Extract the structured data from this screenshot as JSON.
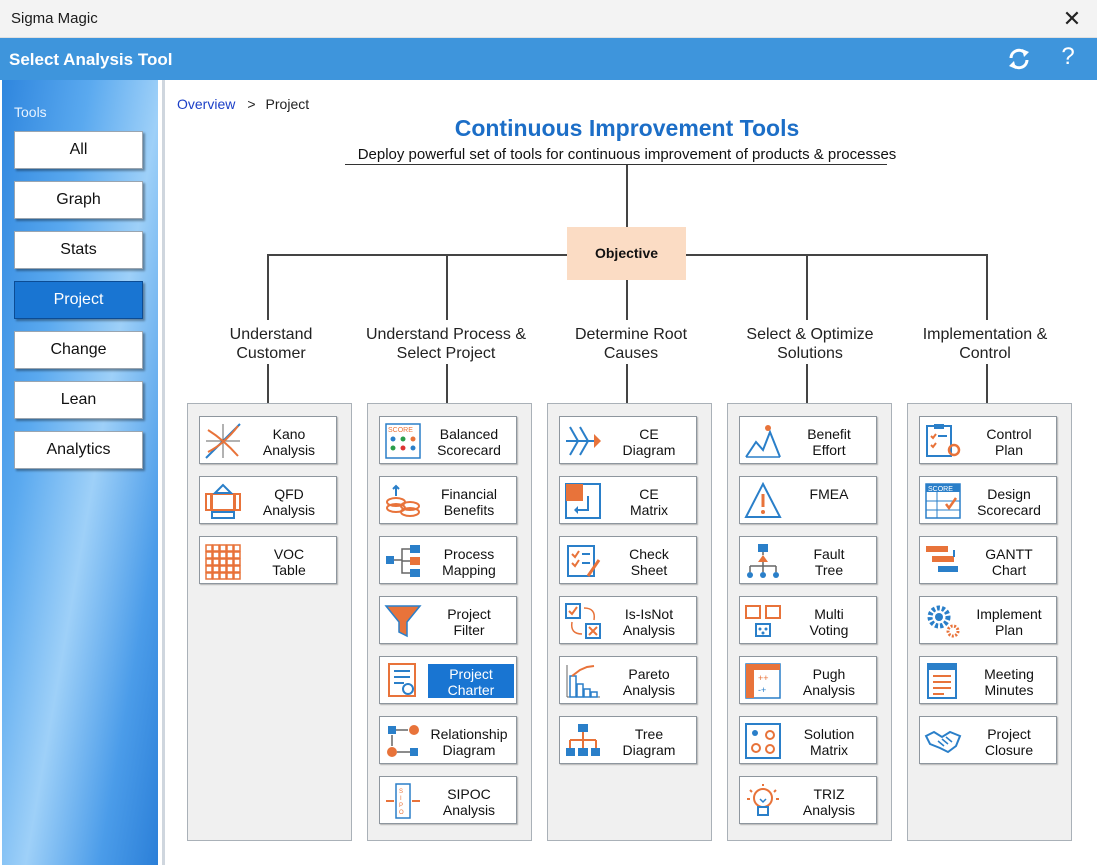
{
  "window": {
    "title": "Sigma Magic",
    "close_glyph": "✕"
  },
  "header": {
    "title": "Select Analysis Tool",
    "refresh_icon": "refresh-icon",
    "help_glyph": "?"
  },
  "sidebar": {
    "label": "Tools",
    "items": [
      {
        "label": "All",
        "active": false
      },
      {
        "label": "Graph",
        "active": false
      },
      {
        "label": "Stats",
        "active": false
      },
      {
        "label": "Project",
        "active": true
      },
      {
        "label": "Change",
        "active": false
      },
      {
        "label": "Lean",
        "active": false
      },
      {
        "label": "Analytics",
        "active": false
      }
    ]
  },
  "breadcrumb": {
    "link": "Overview",
    "separator": ">",
    "current": "Project"
  },
  "main": {
    "title": "Continuous Improvement Tools",
    "subtitle": "Deploy powerful set of tools for continuous improvement of products & processes",
    "objective": "Objective"
  },
  "columns": [
    {
      "label_1": "Understand",
      "label_2": "Customer",
      "tools": [
        {
          "line1": "Kano",
          "line2": "Analysis",
          "icon": "kano-icon"
        },
        {
          "line1": "QFD",
          "line2": "Analysis",
          "icon": "qfd-icon"
        },
        {
          "line1": "VOC",
          "line2": "Table",
          "icon": "voc-table-icon"
        }
      ]
    },
    {
      "label_1": "Understand Process &",
      "label_2": "Select Project",
      "tools": [
        {
          "line1": "Balanced",
          "line2": "Scorecard",
          "icon": "scorecard-icon"
        },
        {
          "line1": "Financial",
          "line2": "Benefits",
          "icon": "coins-icon"
        },
        {
          "line1": "Process",
          "line2": "Mapping",
          "icon": "process-map-icon"
        },
        {
          "line1": "Project",
          "line2": "Filter",
          "icon": "funnel-icon"
        },
        {
          "line1": "Project",
          "line2": "Charter",
          "icon": "charter-icon",
          "selected": true
        },
        {
          "line1": "Relationship",
          "line2": "Diagram",
          "icon": "relationship-icon"
        },
        {
          "line1": "SIPOC",
          "line2": "Analysis",
          "icon": "sipoc-icon"
        }
      ]
    },
    {
      "label_1": "Determine Root",
      "label_2": "Causes",
      "tools": [
        {
          "line1": "CE",
          "line2": "Diagram",
          "icon": "fishbone-icon"
        },
        {
          "line1": "CE",
          "line2": "Matrix",
          "icon": "ce-matrix-icon"
        },
        {
          "line1": "Check",
          "line2": "Sheet",
          "icon": "check-sheet-icon"
        },
        {
          "line1": "Is-IsNot",
          "line2": "Analysis",
          "icon": "is-isnot-icon"
        },
        {
          "line1": "Pareto",
          "line2": "Analysis",
          "icon": "pareto-icon"
        },
        {
          "line1": "Tree",
          "line2": "Diagram",
          "icon": "tree-icon"
        }
      ]
    },
    {
      "label_1": "Select & Optimize",
      "label_2": "Solutions",
      "tools": [
        {
          "line1": "Benefit",
          "line2": "Effort",
          "icon": "benefit-effort-icon"
        },
        {
          "line1": "FMEA",
          "line2": "",
          "icon": "warning-icon"
        },
        {
          "line1": "Fault",
          "line2": "Tree",
          "icon": "fault-tree-icon"
        },
        {
          "line1": "Multi",
          "line2": "Voting",
          "icon": "voting-icon"
        },
        {
          "line1": "Pugh",
          "line2": "Analysis",
          "icon": "pugh-icon"
        },
        {
          "line1": "Solution",
          "line2": "Matrix",
          "icon": "solution-matrix-icon"
        },
        {
          "line1": "TRIZ",
          "line2": "Analysis",
          "icon": "lightbulb-icon"
        }
      ]
    },
    {
      "label_1": "Implementation &",
      "label_2": "Control",
      "tools": [
        {
          "line1": "Control",
          "line2": "Plan",
          "icon": "control-plan-icon"
        },
        {
          "line1": "Design",
          "line2": "Scorecard",
          "icon": "design-scorecard-icon"
        },
        {
          "line1": "GANTT",
          "line2": "Chart",
          "icon": "gantt-icon"
        },
        {
          "line1": "Implement",
          "line2": "Plan",
          "icon": "gears-icon"
        },
        {
          "line1": "Meeting",
          "line2": "Minutes",
          "icon": "minutes-icon"
        },
        {
          "line1": "Project",
          "line2": "Closure",
          "icon": "handshake-icon"
        }
      ]
    }
  ],
  "colors": {
    "accent": "#3e95dc",
    "selected": "#1975d2",
    "title": "#1c6ec7",
    "objective_bg": "#fbdcc4",
    "icon_orange": "#e8733a",
    "icon_blue": "#2a7fc9"
  }
}
